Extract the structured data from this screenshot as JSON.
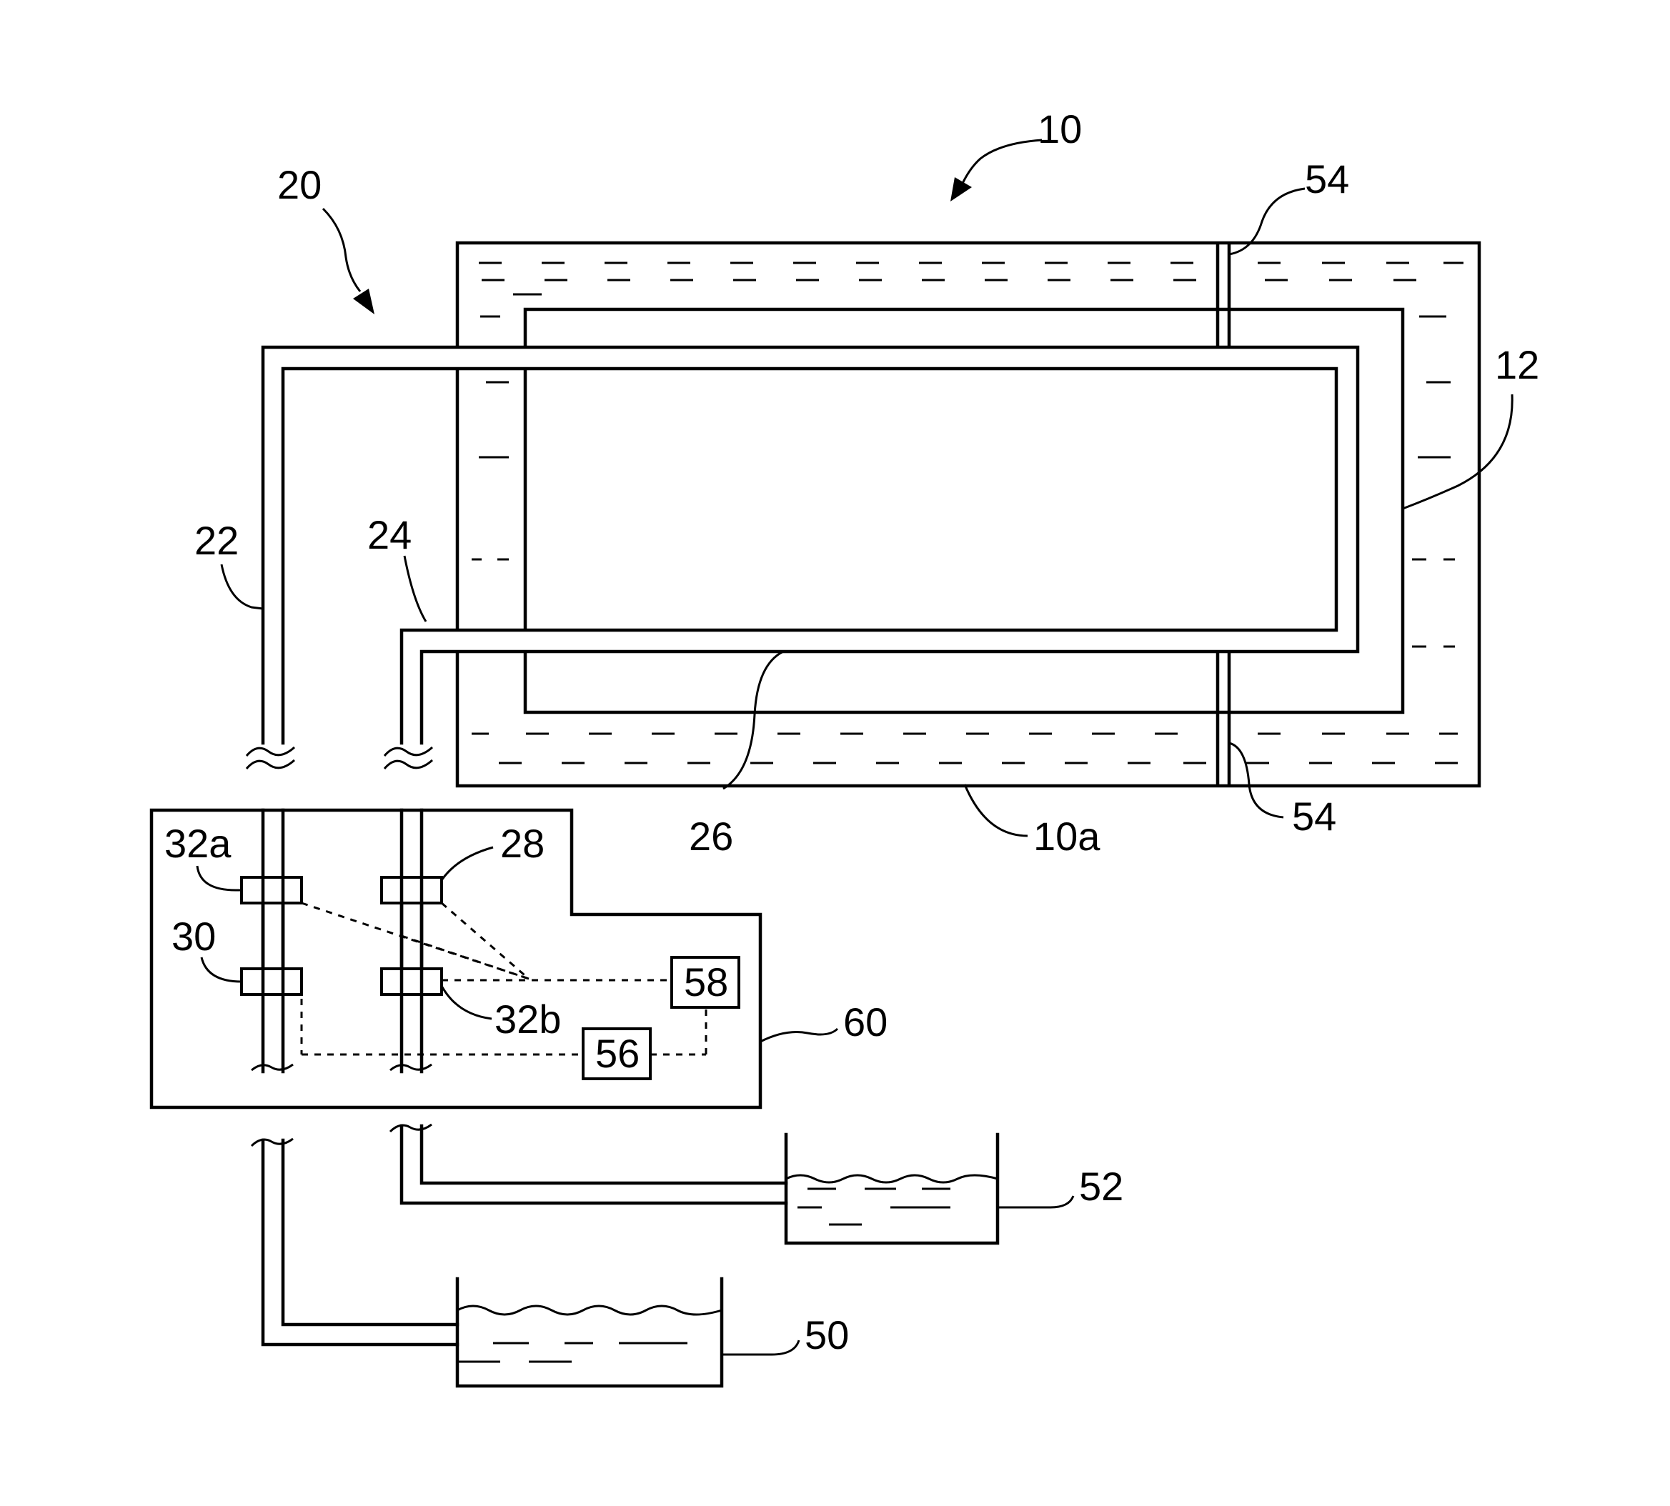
{
  "labels": {
    "l10": "10",
    "l20": "20",
    "l12": "12",
    "l22": "22",
    "l24": "24",
    "l26": "26",
    "l10a": "10a",
    "l54_top": "54",
    "l54_bottom": "54",
    "l28": "28",
    "l32a": "32a",
    "l30": "30",
    "l32b": "32b",
    "l58": "58",
    "l56": "56",
    "l60": "60",
    "l52": "52",
    "l50": "50"
  }
}
